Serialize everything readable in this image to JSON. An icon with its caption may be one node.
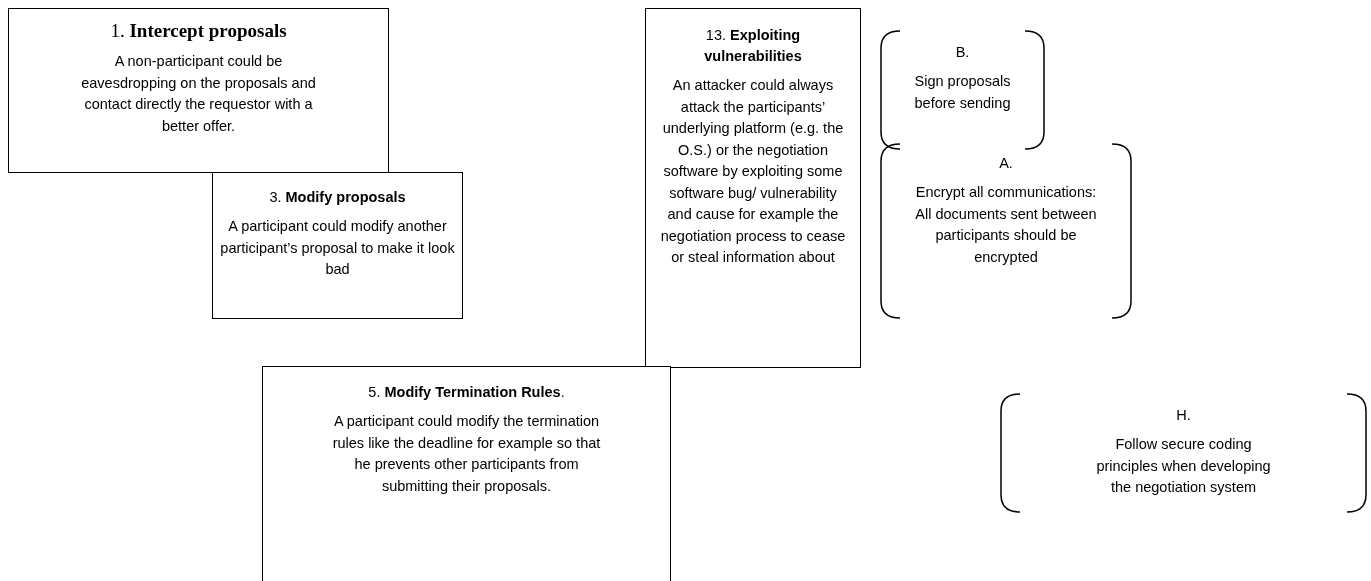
{
  "diagram": {
    "nodes": [
      {
        "text": [
          "1. **Intercept proposals**",
          "A non-participant could be eavesdropping on the proposals and contact directly the requestor with a better offer."
        ]
      },
      {
        "text": [
          "3. **Modify proposals**",
          "A participant could modify another participant’s proposal to make it look bad"
        ]
      },
      {
        "text": [
          "13. **Exploiting vulnerabilities**",
          "An attacker could always attack the participants’ underlying platform (e.g. the O.S.) or the negotiation software by exploiting some software bug/ vulnerability and cause for example the negotiation process to cease or steal information about"
        ]
      },
      {
        "text": [
          "5. **Modify Termination Rules**.",
          "A participant could modify the termination rules like the deadline for example so that he prevents other participants from submitting their proposals."
        ]
      },
      {
        "text": [
          "B.",
          "Sign proposals before sending"
        ]
      },
      {
        "text": [
          "A.",
          "Encrypt all communications: All documents sent between participants should be encrypted"
        ]
      },
      {
        "text": [
          "H.",
          "Follow secure coding principles when developing the negotiation system"
        ]
      }
    ]
  }
}
